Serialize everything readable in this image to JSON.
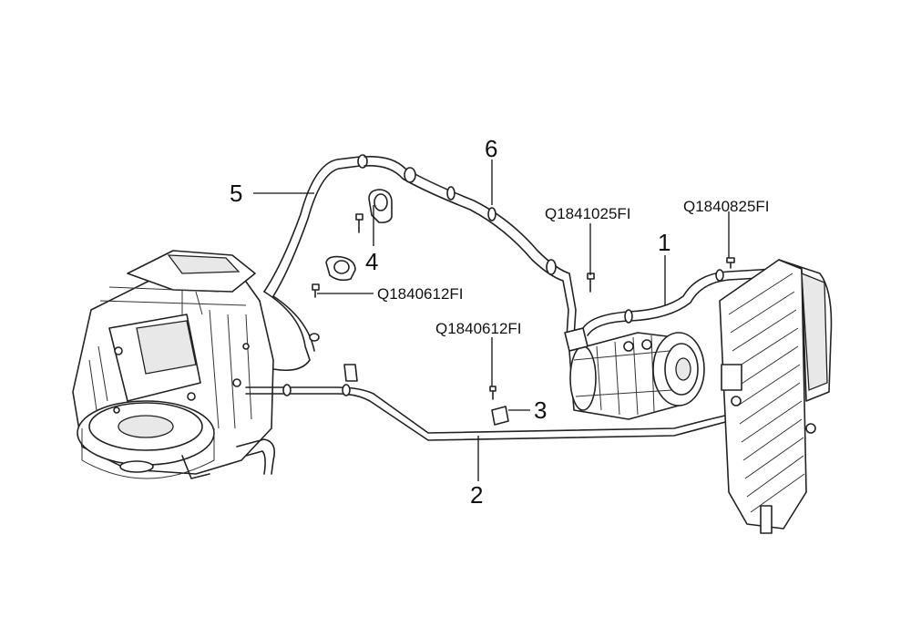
{
  "callouts": {
    "c1": "1",
    "c2": "2",
    "c3": "3",
    "c4": "4",
    "c5": "5",
    "c6": "6"
  },
  "part_numbers": {
    "p_1841025": "Q1841025FI",
    "p_1840825": "Q1840825FI",
    "p_1840612_top": "Q1840612FI",
    "p_1840612_left": "Q1840612FI"
  },
  "icons": [
    "hvac-unit-icon",
    "compressor-icon",
    "condenser-icon",
    "bolt-icon",
    "clamp-icon"
  ]
}
